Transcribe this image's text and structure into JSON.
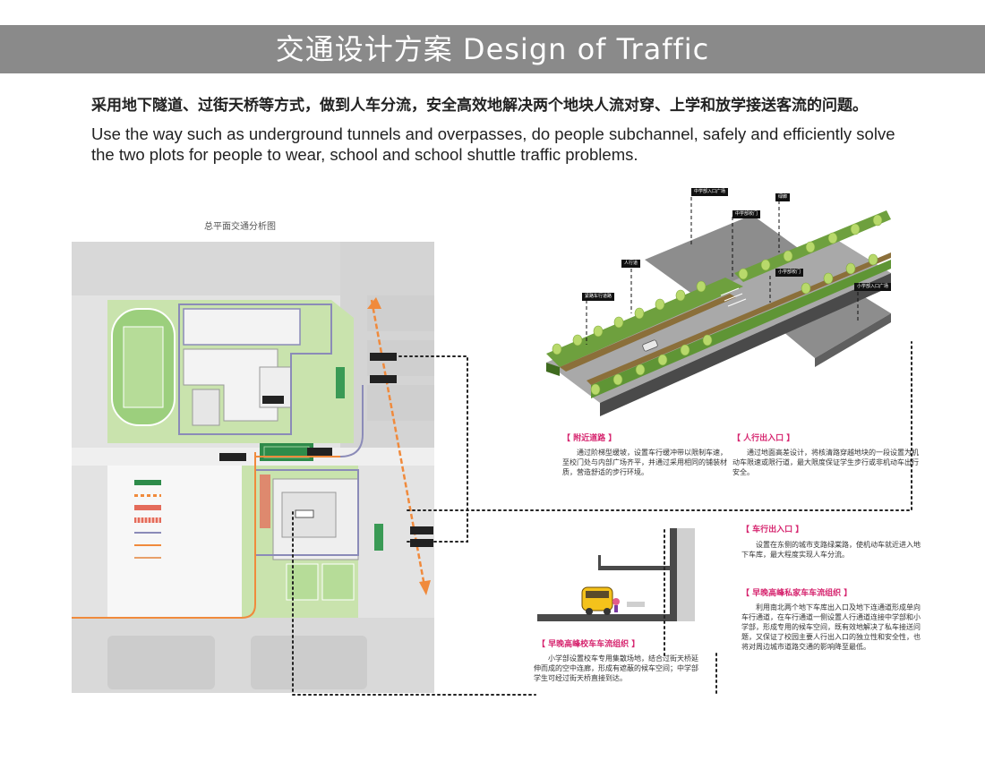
{
  "header": {
    "title": "交通设计方案 Design of Traffic"
  },
  "intro": {
    "cn": "采用地下隧道、过街天桥等方式，做到人车分流，安全高效地解决两个地块人流对穿、上学和放学接送客流的问题。",
    "en": "Use the way such as underground tunnels and overpasses, do people subchannel, safely and efficiently solve the two plots for people to wear, school and school shuttle traffic problems."
  },
  "plan": {
    "caption": "总平面交通分析图"
  },
  "iso_labels": {
    "middle_plaza": "中学部入口广场",
    "middle_gate": "中学部校门",
    "greenway": "绿廊",
    "sidewalk": "人行道",
    "car_lane": "紧路车行道路",
    "primary_gate": "小学部校门",
    "primary_plaza": "小学部入口广场"
  },
  "panels": {
    "nearby_road": {
      "label": "【 附近道路 】",
      "text": "通过阶梯型缓坡，设置车行缓冲带以限制车速，至校门处与内部广场齐平，并通过采用相同的铺装材质，营造舒适的步行环境。"
    },
    "pedestrian_exit": {
      "label": "【 人行出入口 】",
      "text": "通过地面高差设计，将核清路穿越地块的一段设置为机动车限速或限行道，最大限度保证学生步行或非机动车出行安全。"
    },
    "vehicle_exit": {
      "label": "【 车行出入口 】",
      "text": "设置在东侧的城市支路绿棠路，使机动车就近进入地下车库，最大程度实现人车分流。"
    },
    "private_car_peak": {
      "label": "【 早晚高峰私家车车流组织 】",
      "text": "利用南北两个地下车库出入口及地下连通道形成单向车行通道，在车行通道一侧设置人行通道连接中学部和小学部，形成专用的候车空间，既有效地解决了私车接送问题，又保证了校园主要人行出入口的独立性和安全性，也将对周边城市道路交通的影响降至最低。"
    },
    "school_bus_peak": {
      "label": "【 早晚高峰校车车流组织 】",
      "text": "小学部设置校车专用集散场地，结合过街天桥延伸而成的空中连廊，形成有遮蔽的候车空间；中学部学生可经过街天桥直接到达。"
    }
  },
  "colors": {
    "header_bg": "#8a8a8a",
    "accent_orange": "#f08a3c",
    "label_pink": "#d6246e",
    "green_field": "#c5e2a8",
    "track_green": "#7fc06a",
    "hatched_red": "#e46b5a"
  }
}
